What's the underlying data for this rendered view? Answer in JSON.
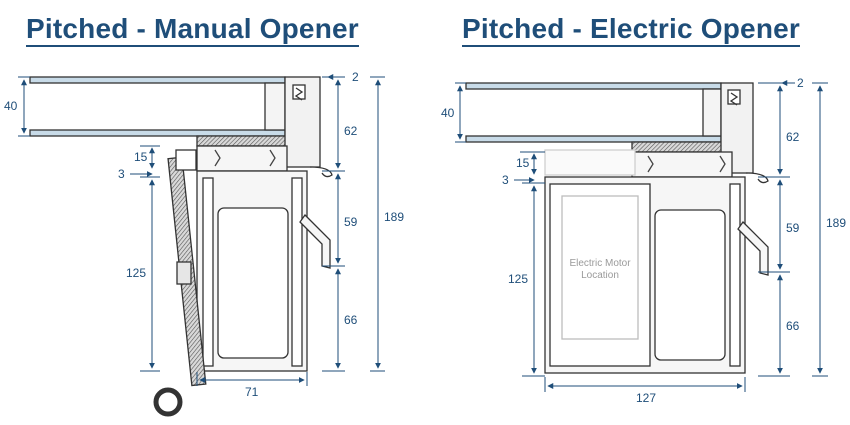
{
  "titles": {
    "left": "Pitched - Manual Opener",
    "right": "Pitched - Electric Opener"
  },
  "colors": {
    "title": "#1f4e79",
    "dimension": "#1f4e79",
    "profile": "#333333",
    "glass": "#c8dbe8"
  },
  "left_diagram": {
    "dims": {
      "glass_thickness": "40",
      "top_offset": "2",
      "upper_height": "62",
      "overall_height": "189",
      "seal_offset": "15",
      "side_offset": "3",
      "middle_height": "59",
      "opener_height": "125",
      "lower_height": "66",
      "frame_width": "71"
    }
  },
  "right_diagram": {
    "dims": {
      "glass_thickness": "40",
      "top_offset": "2",
      "upper_height": "62",
      "overall_height": "189",
      "seal_offset": "15",
      "side_offset": "3",
      "middle_height": "59",
      "opener_height": "125",
      "lower_height": "66",
      "frame_width": "127"
    },
    "motor_label_line1": "Electric Motor",
    "motor_label_line2": "Location"
  }
}
